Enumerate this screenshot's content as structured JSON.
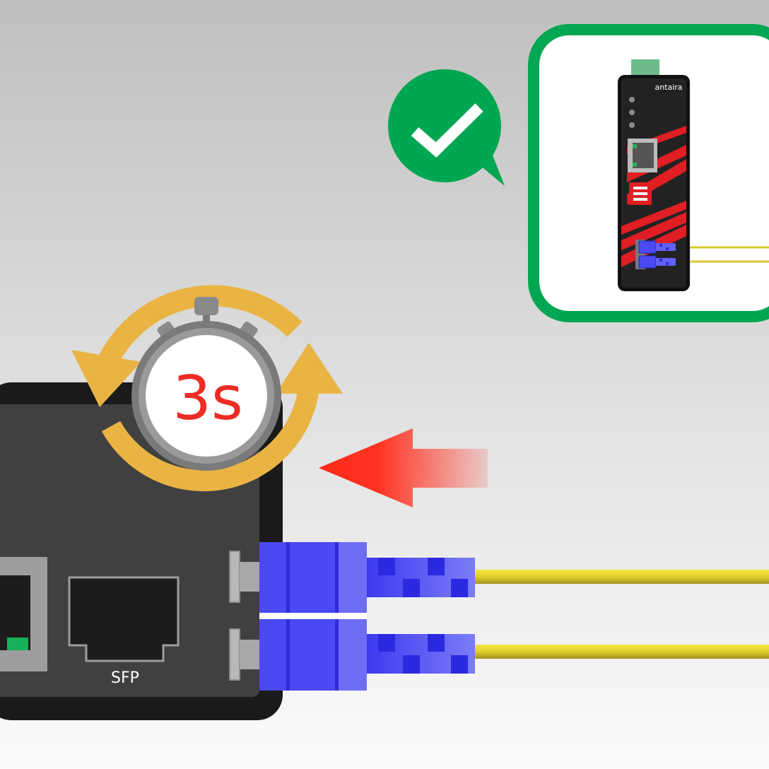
{
  "timer": {
    "label": "3s"
  },
  "device": {
    "port_label": "SFP"
  },
  "inset": {
    "brand_logo": "antaira"
  },
  "icons": {
    "status": "checkmark-icon",
    "timer": "stopwatch-icon",
    "rotation": "rotate-arrows-icon",
    "direction": "arrow-left-icon"
  },
  "colors": {
    "check_green": "#00a651",
    "timer_orange": "#eab444",
    "timer_text_red": "#ee2b24",
    "arrow_red": "#ff3322",
    "connector_blue": "#4b49f2",
    "fiber_yellow": "#e8d832",
    "device_black": "#1a1a1a",
    "device_panel": "#404040",
    "inset_red": "#e01e24"
  }
}
